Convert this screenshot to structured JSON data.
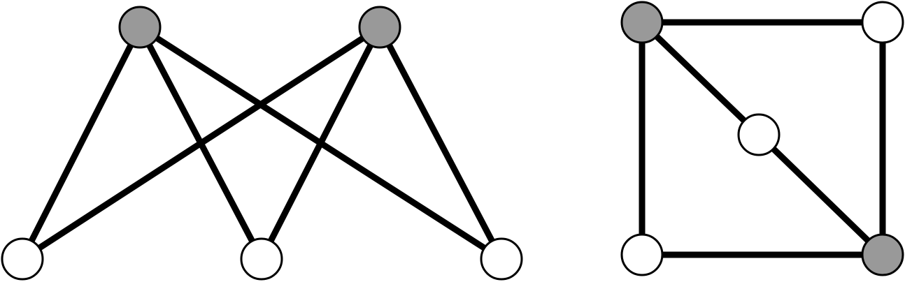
{
  "colors": {
    "edge": "#000000",
    "node_outline": "#000000",
    "node_filled": "#999999",
    "node_empty": "#ffffff",
    "background": "#ffffff"
  },
  "graphs": [
    {
      "id": "bipartite-graph",
      "nodes": [
        {
          "id": "b1",
          "filled": true
        },
        {
          "id": "b2",
          "filled": true
        },
        {
          "id": "b3",
          "filled": false
        },
        {
          "id": "b4",
          "filled": false
        },
        {
          "id": "b5",
          "filled": false
        }
      ],
      "edges": [
        [
          "b1",
          "b3"
        ],
        [
          "b1",
          "b4"
        ],
        [
          "b1",
          "b5"
        ],
        [
          "b2",
          "b3"
        ],
        [
          "b2",
          "b4"
        ],
        [
          "b2",
          "b5"
        ]
      ]
    },
    {
      "id": "square-graph",
      "nodes": [
        {
          "id": "s1",
          "filled": true
        },
        {
          "id": "s2",
          "filled": false
        },
        {
          "id": "s3",
          "filled": false
        },
        {
          "id": "s4",
          "filled": false
        },
        {
          "id": "s5",
          "filled": true
        }
      ],
      "edges": [
        [
          "s1",
          "s2"
        ],
        [
          "s2",
          "s5"
        ],
        [
          "s1",
          "s4"
        ],
        [
          "s4",
          "s5"
        ],
        [
          "s1",
          "s3"
        ],
        [
          "s3",
          "s5"
        ]
      ]
    }
  ]
}
